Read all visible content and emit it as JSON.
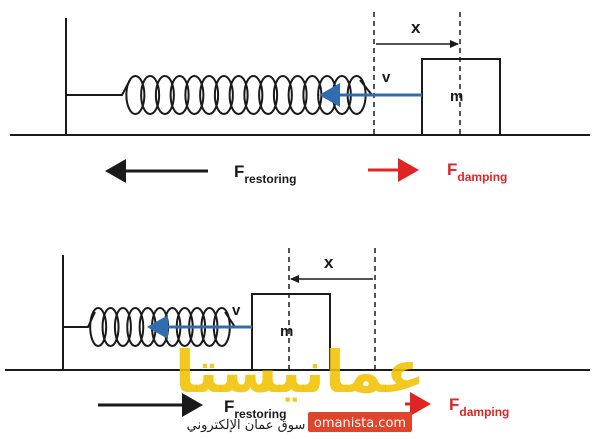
{
  "panels": [
    {
      "id": "top",
      "label_x": "x",
      "label_v": "v",
      "label_m": "m",
      "force_left": {
        "main": "F",
        "sub": "restoring"
      },
      "force_right": {
        "main": "F",
        "sub": "damping"
      }
    },
    {
      "id": "bottom",
      "label_x": "x",
      "label_v": "v",
      "label_m": "m",
      "force_left": {
        "main": "F",
        "sub": "restoring"
      },
      "force_right": {
        "main": "F",
        "sub": "damping"
      }
    }
  ],
  "watermark": {
    "arabic_logo": "عمانيستا",
    "arabic_tagline": "سوق عمان الإلكتروني",
    "domain": "omanista.com"
  },
  "colors": {
    "line": "#1a1a1a",
    "velocity_arrow": "#2f6db0",
    "damping": "#e02424",
    "watermark_gold": "#f2c200",
    "watermark_red": "#e0442a"
  }
}
